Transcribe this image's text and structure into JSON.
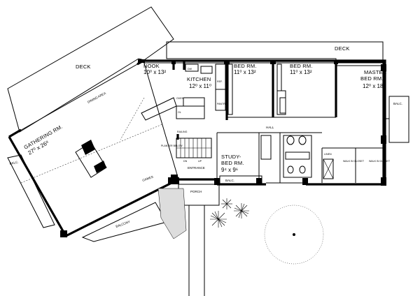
{
  "labels": {
    "deck_left": "DECK",
    "deck_right": "DECK",
    "nook": "NOOK",
    "nook_dim": "10⁰ x 13²",
    "kitchen": "KITCHEN",
    "kitchen_dim": "12⁰ x 11⁰",
    "bed1": "BED RM.",
    "bed1_dim": "11⁰ x 13²",
    "bed2": "BED RM.",
    "bed2_dim": "11⁰ x 13²",
    "master": "MASTER",
    "master2": "BED RM.",
    "master_dim": "12⁰ x 18²",
    "balc_right": "BALC.",
    "dining": "DINING AREA",
    "gathering": "GATHERING RM.",
    "gathering_dim": "27⁰ x 26⁸",
    "balc_left": "BALC.",
    "hall": "HALL",
    "railing": "RAILING",
    "planter": "PLANTER BELOW",
    "dn": "DN",
    "up": "UP",
    "entrance": "ENTRANCE",
    "study": "STUDY-",
    "study2": "BED RM.",
    "study_dim": "9⁴ x 9⁶",
    "balc_bottom": "BALC.",
    "porch": "PORCH",
    "games": "GAMES",
    "balcony": "BALCONY",
    "walkin1": "WALK IN CLOSET",
    "walkin2": "WALK IN CLOSET",
    "linen": "LINEN",
    "oven": "OVEN",
    "ol": "OL",
    "ref": "REF.",
    "pantry": "PANTRY",
    "dw": "DW"
  }
}
